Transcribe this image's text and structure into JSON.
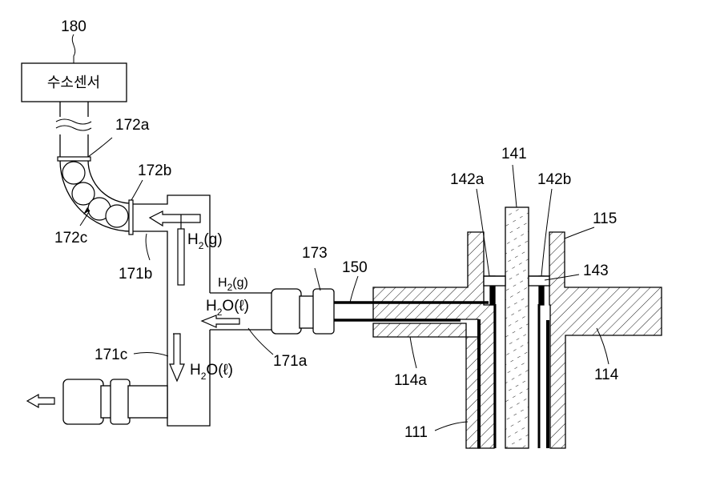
{
  "sensor": {
    "label": "수소센서",
    "ref": "180"
  },
  "labels": {
    "l172a": "172a",
    "l172b": "172b",
    "l172c": "172c",
    "l171b": "171b",
    "l171c": "171c",
    "l171a": "171a",
    "l173": "173",
    "l150": "150",
    "l141": "141",
    "l142a": "142a",
    "l142b": "142b",
    "l115": "115",
    "l143": "143",
    "l114": "114",
    "l114a": "114a",
    "l111": "111"
  },
  "flow": {
    "h2_upper": {
      "main": "H",
      "sub": "2",
      "rest": "(g)"
    },
    "h2_lower": {
      "main": "H",
      "sub": "2",
      "rest": "(g)"
    },
    "h2o_upper": {
      "main": "H",
      "sub": "2",
      "rest": "O(ℓ)"
    },
    "h2o_lower": {
      "main": "H",
      "sub": "2",
      "rest": "O(ℓ)"
    }
  }
}
